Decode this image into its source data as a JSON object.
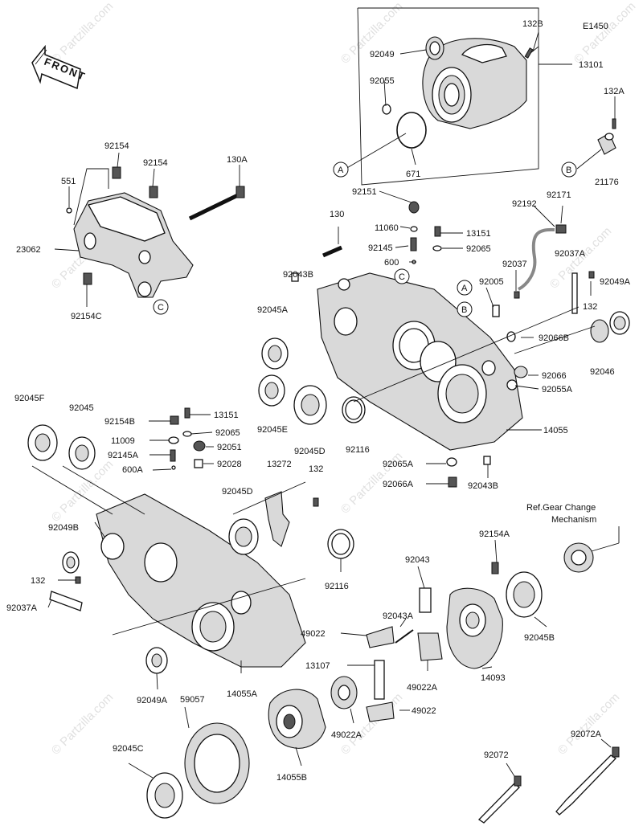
{
  "diagram_code": "E1450",
  "front_label": "FRONT",
  "ref_note": [
    "Ref.Gear Change",
    "Mechanism"
  ],
  "watermark": "© Partzilla.com",
  "labels": [
    {
      "id": "l1",
      "text": "132B"
    },
    {
      "id": "l2",
      "text": "E1450"
    },
    {
      "id": "l3",
      "text": "92049"
    },
    {
      "id": "l4",
      "text": "13101"
    },
    {
      "id": "l5",
      "text": "92055"
    },
    {
      "id": "l6",
      "text": "132A"
    },
    {
      "id": "l7",
      "text": "A"
    },
    {
      "id": "l8",
      "text": "671"
    },
    {
      "id": "l9",
      "text": "B"
    },
    {
      "id": "l10",
      "text": "21176"
    },
    {
      "id": "l11",
      "text": "92154"
    },
    {
      "id": "l12",
      "text": "92154"
    },
    {
      "id": "l13",
      "text": "130A"
    },
    {
      "id": "l14",
      "text": "551"
    },
    {
      "id": "l15",
      "text": "23062"
    },
    {
      "id": "l16",
      "text": "C"
    },
    {
      "id": "l17",
      "text": "92154C"
    },
    {
      "id": "l18",
      "text": "92151"
    },
    {
      "id": "l19",
      "text": "92192"
    },
    {
      "id": "l20",
      "text": "92171"
    },
    {
      "id": "l21",
      "text": "130"
    },
    {
      "id": "l22",
      "text": "11060"
    },
    {
      "id": "l23",
      "text": "13151"
    },
    {
      "id": "l24",
      "text": "92145"
    },
    {
      "id": "l25",
      "text": "92065"
    },
    {
      "id": "l26",
      "text": "600"
    },
    {
      "id": "l27",
      "text": "92037"
    },
    {
      "id": "l28",
      "text": "92037A"
    },
    {
      "id": "l29",
      "text": "92043B"
    },
    {
      "id": "l30",
      "text": "C"
    },
    {
      "id": "l31",
      "text": "A"
    },
    {
      "id": "l32",
      "text": "92005"
    },
    {
      "id": "l33",
      "text": "92045A"
    },
    {
      "id": "l34",
      "text": "B"
    },
    {
      "id": "l35",
      "text": "132"
    },
    {
      "id": "l36",
      "text": "92049A"
    },
    {
      "id": "l37",
      "text": "92066B"
    },
    {
      "id": "l38",
      "text": "92066"
    },
    {
      "id": "l39",
      "text": "92046"
    },
    {
      "id": "l40",
      "text": "92055A"
    },
    {
      "id": "l41",
      "text": "92045F"
    },
    {
      "id": "l42",
      "text": "92045"
    },
    {
      "id": "l43",
      "text": "92154B"
    },
    {
      "id": "l44",
      "text": "13151"
    },
    {
      "id": "l45",
      "text": "92045E"
    },
    {
      "id": "l46",
      "text": "92045D"
    },
    {
      "id": "l47",
      "text": "92116"
    },
    {
      "id": "l48",
      "text": "14055"
    },
    {
      "id": "l49",
      "text": "11009"
    },
    {
      "id": "l50",
      "text": "92065"
    },
    {
      "id": "l51",
      "text": "92145A"
    },
    {
      "id": "l52",
      "text": "92051"
    },
    {
      "id": "l53",
      "text": "92028"
    },
    {
      "id": "l54",
      "text": "13272"
    },
    {
      "id": "l55",
      "text": "600A"
    },
    {
      "id": "l56",
      "text": "132"
    },
    {
      "id": "l57",
      "text": "92065A"
    },
    {
      "id": "l58",
      "text": "92066A"
    },
    {
      "id": "l59",
      "text": "92043B"
    },
    {
      "id": "l60",
      "text": "92045D"
    },
    {
      "id": "l61",
      "text": "92154A"
    },
    {
      "id": "l62",
      "text": "92049B"
    },
    {
      "id": "l63",
      "text": "92116"
    },
    {
      "id": "l64",
      "text": "92043"
    },
    {
      "id": "l65",
      "text": "132"
    },
    {
      "id": "l66",
      "text": "92037A"
    },
    {
      "id": "l67",
      "text": "92043A"
    },
    {
      "id": "l68",
      "text": "49022"
    },
    {
      "id": "l69",
      "text": "92045B"
    },
    {
      "id": "l70",
      "text": "13107"
    },
    {
      "id": "l71",
      "text": "14093"
    },
    {
      "id": "l72",
      "text": "49022A"
    },
    {
      "id": "l73",
      "text": "92049A"
    },
    {
      "id": "l74",
      "text": "14055A"
    },
    {
      "id": "l75",
      "text": "59057"
    },
    {
      "id": "l76",
      "text": "49022"
    },
    {
      "id": "l77",
      "text": "49022A"
    },
    {
      "id": "l78",
      "text": "92045C"
    },
    {
      "id": "l79",
      "text": "14055B"
    },
    {
      "id": "l80",
      "text": "92072"
    },
    {
      "id": "l81",
      "text": "92072A"
    }
  ]
}
